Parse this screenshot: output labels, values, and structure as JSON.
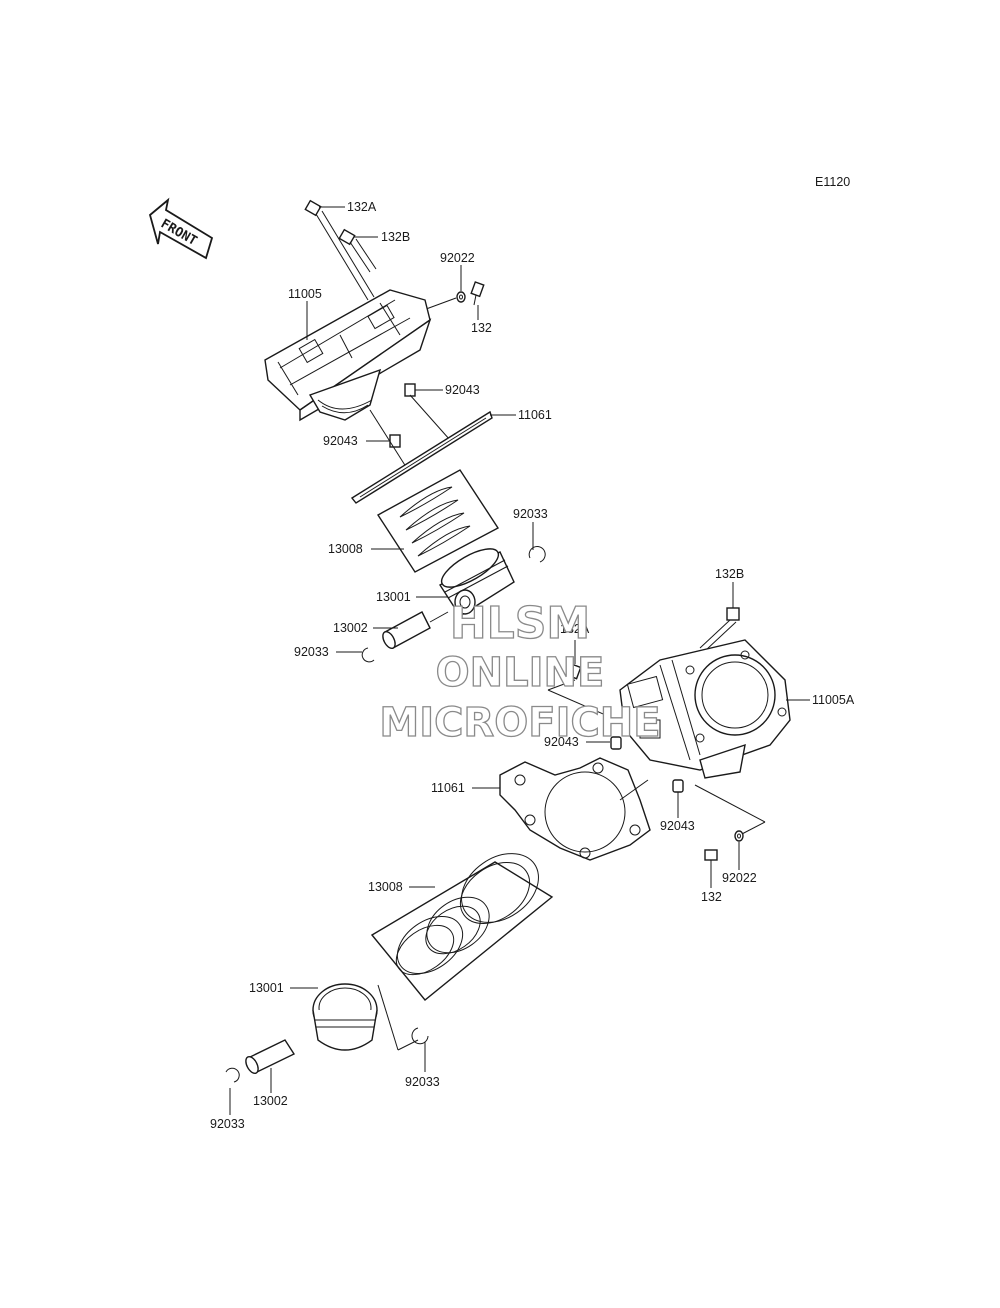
{
  "diagram_code": "E1120",
  "front_label": "FRONT",
  "watermark": {
    "line1": "HLSM",
    "line2": "ONLINE",
    "line3": "MICROFICHE"
  },
  "callouts": {
    "c132A_top": "132A",
    "c132B_top": "132B",
    "c92022_top": "92022",
    "c132_top": "132",
    "c11005": "11005",
    "c92043_a": "92043",
    "c11061_top": "11061",
    "c92043_b": "92043",
    "c92033_top": "92033",
    "c13008_top": "13008",
    "c13001_top": "13001",
    "c13002_top": "13002",
    "c92033_left": "92033",
    "c132B_right": "132B",
    "c132A_mid": "132A",
    "c11005A": "11005A",
    "c92043_c": "92043",
    "c11061_bot": "11061",
    "c92043_d": "92043",
    "c132_bot": "132",
    "c92022_bot": "92022",
    "c13008_bot": "13008",
    "c13001_bot": "13001",
    "c92033_mid": "92033",
    "c13002_bot": "13002",
    "c92033_bot": "92033"
  }
}
